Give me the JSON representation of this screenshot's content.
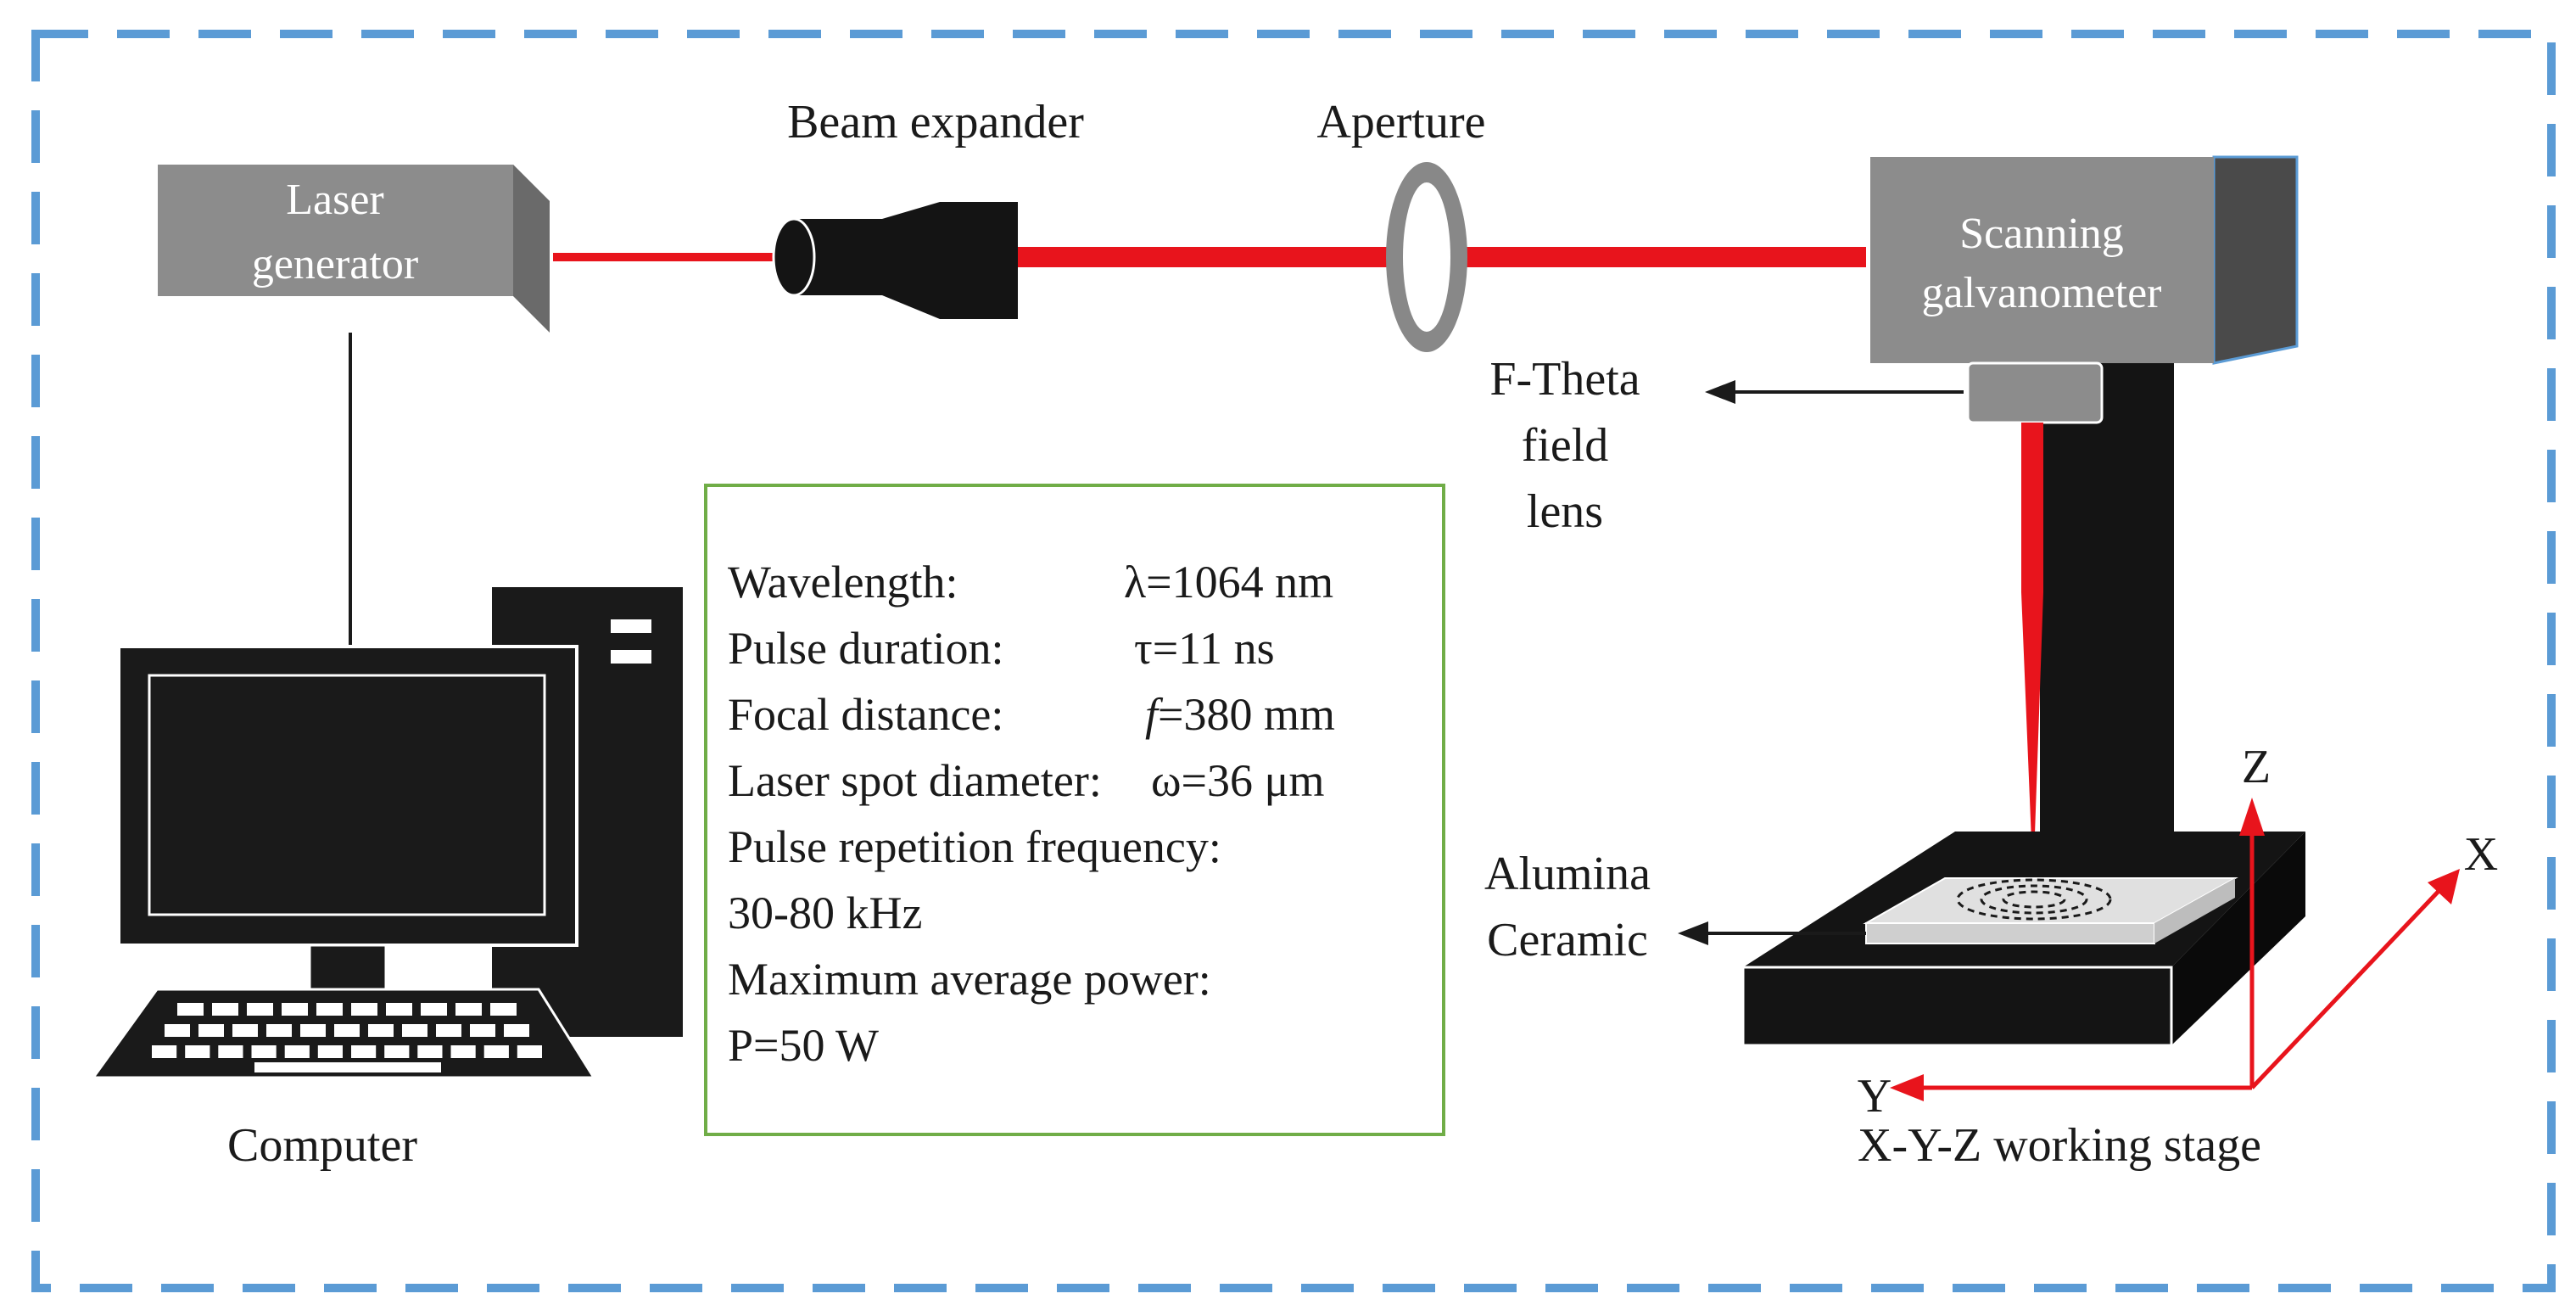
{
  "labels": {
    "beam_expander": "Beam expander",
    "aperture": "Aperture",
    "laser_generator_line1": "Laser",
    "laser_generator_line2": "generator",
    "scanning_line1": "Scanning",
    "scanning_line2": "galvanometer",
    "ftheta_line1": "F-Theta",
    "ftheta_line2": "field",
    "ftheta_line3": "lens",
    "alumina_line1": "Alumina",
    "alumina_line2": "Ceramic",
    "computer": "Computer",
    "stage": "X-Y-Z working stage",
    "axis_x": "X",
    "axis_y": "Y",
    "axis_z": "Z"
  },
  "parameters": {
    "wavelength_label": "Wavelength:",
    "wavelength_value": "λ=1064 nm",
    "pulse_duration_label": "Pulse duration:",
    "pulse_duration_value": "τ=11 ns",
    "focal_distance_label": "Focal distance:",
    "focal_distance_symbol": "f",
    "focal_distance_value": "=380 mm",
    "spot_diameter_label": "Laser spot diameter:",
    "spot_diameter_value": "ω=36 μm",
    "repetition_label": "Pulse repetition frequency:",
    "repetition_value": "30-80 kHz",
    "power_label": "Maximum average power:",
    "power_value": "P=50 W"
  },
  "colors": {
    "laser_beam": "#e8141c",
    "frame_dash": "#5b9bd5",
    "param_box_border": "#70ad47",
    "device_gray": "#8c8c8c",
    "axis_red": "#e8141c"
  }
}
